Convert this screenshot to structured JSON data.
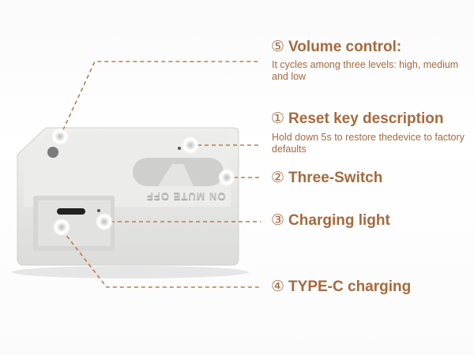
{
  "device_label": "ON MUTE OFF",
  "callouts": [
    {
      "num": "⑤",
      "title": "Volume control:",
      "desc": "It cycles among three levels: high, medium and low"
    },
    {
      "num": "①",
      "title": "Reset key description",
      "desc": "Hold down 5s to restore thedevice to factory defaults"
    },
    {
      "num": "②",
      "title": "Three-Switch",
      "desc": ""
    },
    {
      "num": "③",
      "title": "Charging light",
      "desc": ""
    },
    {
      "num": "④",
      "title": "TYPE-C charging",
      "desc": ""
    }
  ],
  "colors": {
    "accent": "#a8693c",
    "line": "#c07a45",
    "device": "#e8e8e6"
  }
}
